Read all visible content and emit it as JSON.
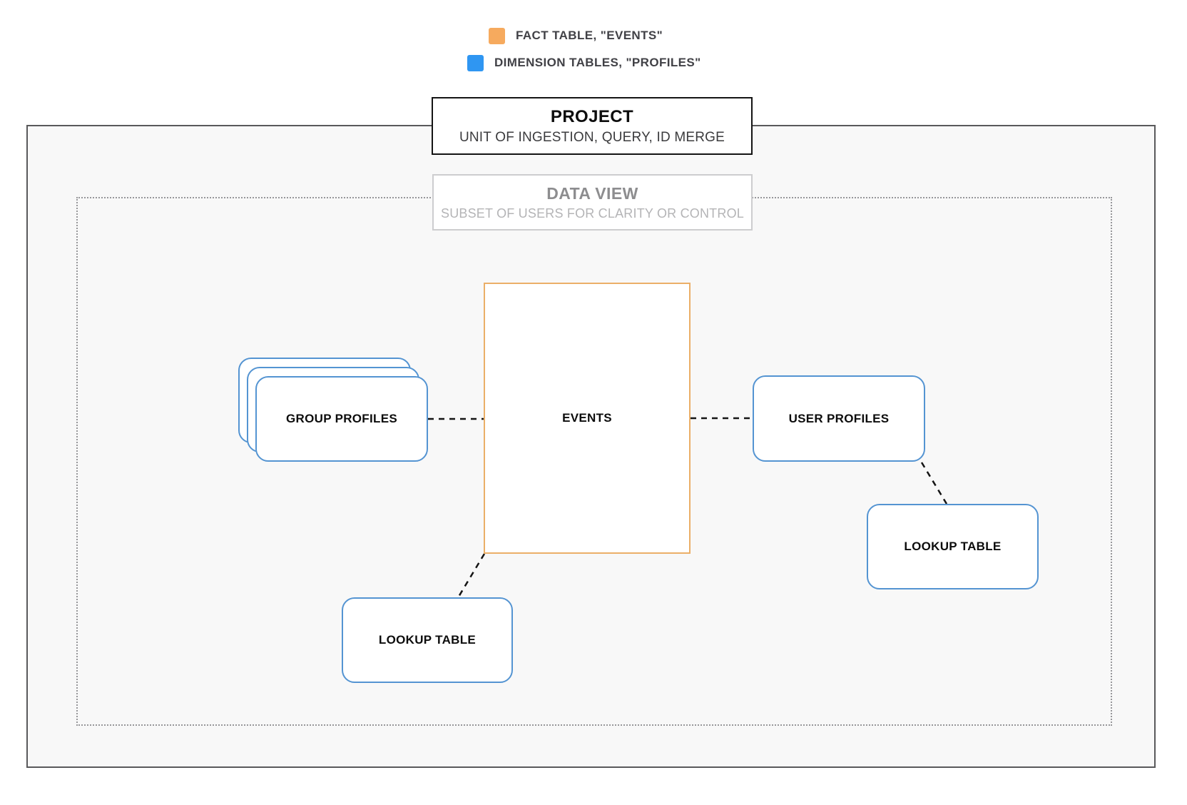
{
  "legend": {
    "items": [
      {
        "name": "fact-table",
        "label": "FACT TABLE, \"EVENTS\"",
        "swatch_color": "#f6aa5e"
      },
      {
        "name": "dimension-tables",
        "label": "DIMENSION TABLES, \"PROFILES\"",
        "swatch_color": "#2f96f2"
      }
    ]
  },
  "project_box": {
    "title": "PROJECT",
    "subtitle": "UNIT OF INGESTION, QUERY, ID MERGE"
  },
  "data_view_box": {
    "title": "DATA VIEW",
    "subtitle": "SUBSET OF USERS FOR CLARITY OR CONTROL"
  },
  "nodes": {
    "events": {
      "label": "EVENTS",
      "border_color": "#ebaf68"
    },
    "group_profiles": {
      "label": "GROUP PROFILES",
      "border_color": "#5494d2"
    },
    "user_profiles": {
      "label": "USER PROFILES",
      "border_color": "#5494d2"
    },
    "lookup_table_left": {
      "label": "LOOKUP TABLE",
      "border_color": "#5494d2"
    },
    "lookup_table_right": {
      "label": "LOOKUP TABLE",
      "border_color": "#5494d2"
    }
  }
}
